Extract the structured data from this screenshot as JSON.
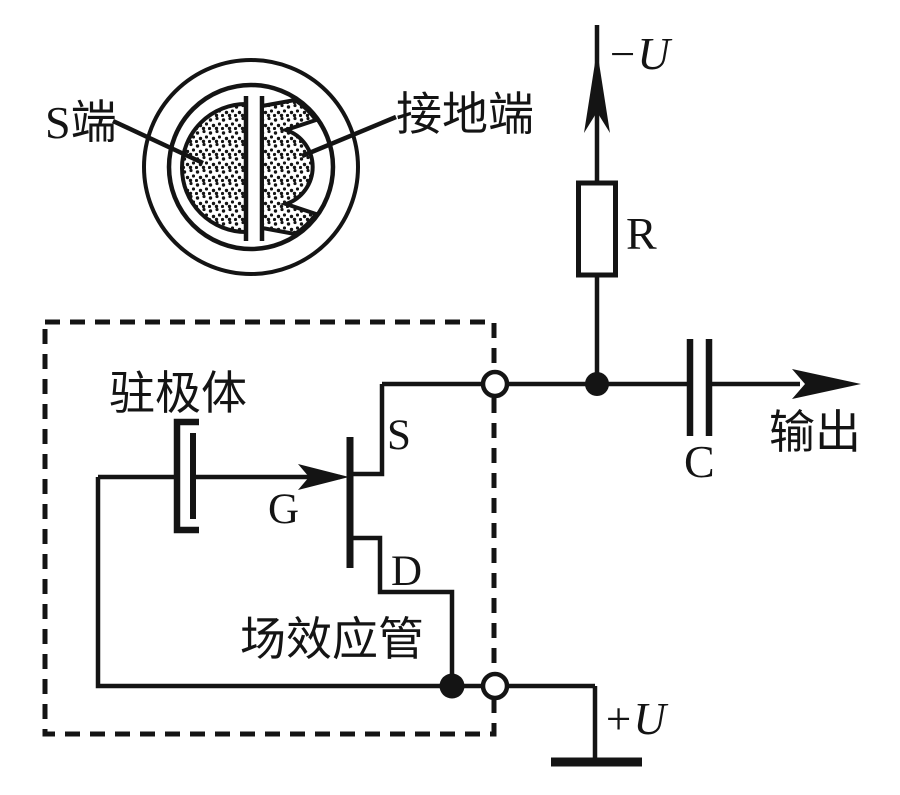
{
  "capsule": {
    "s_terminal": "S端",
    "ground_terminal": "接地端"
  },
  "circuit": {
    "negative_supply": "−U",
    "resistor": "R",
    "capacitor": "C",
    "output": "输出",
    "positive_supply": "+U"
  },
  "mic_internal": {
    "electret": "驻极体",
    "fet": "场效应管",
    "gate": "G",
    "source": "S",
    "drain": "D"
  },
  "colors": {
    "line": "#141414",
    "background": "#ffffff"
  }
}
